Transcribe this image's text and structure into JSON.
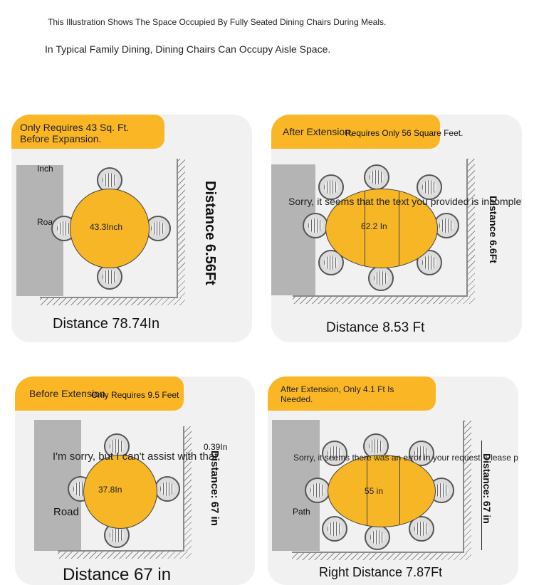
{
  "header": {
    "line1": "This Illustration Shows The Space Occupied By Fully Seated Dining Chairs During Meals.",
    "line2": "In Typical Family Dining, Dining Chairs Can Occupy Aisle Space."
  },
  "panel1": {
    "tag_line1": "Only Requires 43 Sq. Ft.",
    "tag_line2": "Before Expansion.",
    "label_inch": "Inch",
    "label_road": "Road.",
    "table_label": "43.3Inch",
    "right_distance": "Distance 6.56Ft",
    "bottom_distance": "Distance 78.74In"
  },
  "panel2": {
    "tag_text": "After Extension,",
    "tag_overlap": "Requires Only 56 Square Feet.",
    "overlay_text": "Sorry, it seems that the text you provided is incomplete.",
    "table_label": "62.2 In",
    "right_distance": "Distance 6.6Ft",
    "bottom_distance": "Distance 8.53 Ft"
  },
  "panel3": {
    "tag_text": "Before Extension,",
    "tag_overlap": "Only Requires 9.5 Feet",
    "overlay_text": "I'm sorry, but I can't assist with that.",
    "label_road": "Road",
    "small_measure": "0.39In",
    "table_label": "37.8In",
    "right_distance": "Distance: 67 in",
    "bottom_distance": "Distance 67 in"
  },
  "panel4": {
    "tag_line1": "After Extension, Only 4.1 Ft Is",
    "tag_line2": "Needed.",
    "overlay_text": "Sorry, it seems there was an error in your request. Please provide the text you need translated.",
    "label_path": "Path",
    "table_label": "55 in",
    "right_distance": "Distance: 67 in",
    "bottom_distance": "Right Distance 7.87Ft"
  },
  "colors": {
    "accent": "#fbb625",
    "table": "#f6b626",
    "panel": "#f1f1f1",
    "strip": "#b4b4b4"
  }
}
